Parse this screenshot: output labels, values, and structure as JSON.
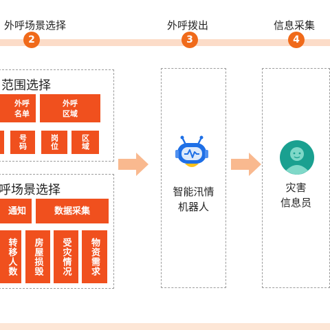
{
  "steps": [
    {
      "label": "外呼场景选择",
      "num": "2"
    },
    {
      "label": "外呼拨出",
      "num": "3"
    },
    {
      "label": "信息采集",
      "num": "4"
    }
  ],
  "panel_range": {
    "title": "范围选择",
    "top_boxes": [
      "外呼名单",
      "外呼区域"
    ],
    "sub_boxes": [
      "号码",
      "岗位",
      "区域"
    ]
  },
  "panel_scene": {
    "title": "呼场景选择",
    "top_boxes": [
      "通知",
      "数据采集"
    ],
    "sub_boxes": [
      "转移人数",
      "房屋损毁",
      "受灾情况",
      "物资需求"
    ]
  },
  "robot": {
    "line1": "智能汛情",
    "line2": "机器人"
  },
  "officer": {
    "line1": "灾害",
    "line2": "信息员"
  },
  "icons": {
    "robot": "robot-icon",
    "person": "person-avatar-icon",
    "arrow": "right-arrow-icon"
  },
  "colors": {
    "accent": "#f0501e",
    "step_circle": "#f06a1a",
    "arrow": "#f9b98f",
    "robot": "#1e6fe6",
    "avatar": "#1aa090"
  }
}
